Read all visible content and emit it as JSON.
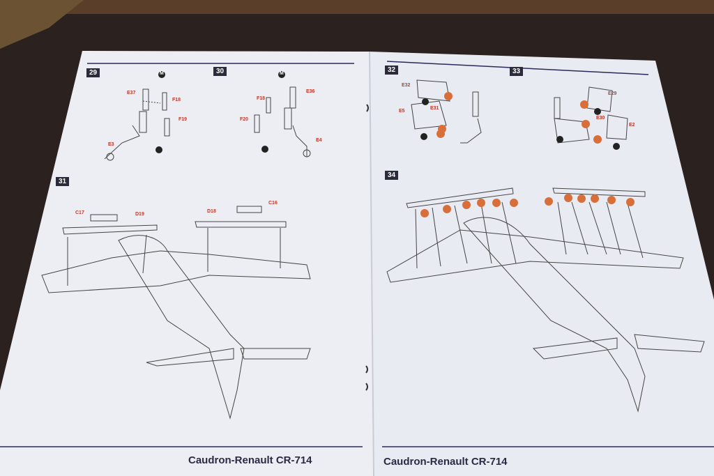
{
  "page_left": {
    "steps": [
      "29",
      "30",
      "31"
    ],
    "parts": {
      "s29": [
        "E37",
        "F18",
        "F19",
        "E3"
      ],
      "s30": [
        "F18",
        "E36",
        "F20",
        "E4"
      ],
      "s31": [
        "C17",
        "D19",
        "D18",
        "C16"
      ]
    },
    "footer": "Caudron-Renault CR-714"
  },
  "page_right": {
    "steps": [
      "32",
      "33",
      "34"
    ],
    "parts": {
      "s32": [
        "E32",
        "E31",
        "E5"
      ],
      "s33": [
        "E29",
        "E30",
        "E2"
      ]
    },
    "footer": "Caudron-Renault CR-714"
  },
  "marker_letter": "M",
  "colors": {
    "paper": "#eef0f5",
    "ink": "#333344",
    "accent": "#c0392b",
    "decal": "#d86f3a",
    "rule": "#2a2a5a"
  }
}
